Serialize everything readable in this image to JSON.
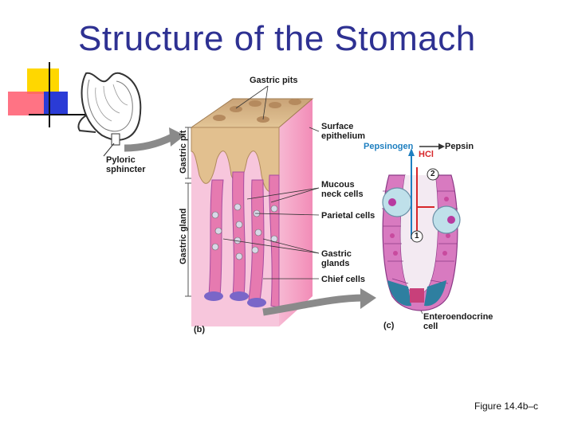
{
  "slide": {
    "title": "Structure of the Stomach",
    "figure_caption": "Figure 14.4b–c"
  },
  "diagram": {
    "labels": {
      "gastric_pits": "Gastric pits",
      "surface_epithelium_1": "Surface",
      "surface_epithelium_2": "epithelium",
      "pyloric_1": "Pyloric",
      "pyloric_2": "sphincter",
      "gastric_pit": "Gastric pit",
      "gastric_gland": "Gastric gland",
      "pepsinogen": "Pepsinogen",
      "pepsin": "Pepsin",
      "hcl": "HCl",
      "step_2": "2",
      "step_1": "1",
      "mucous_1": "Mucous",
      "mucous_2": "neck cells",
      "parietal": "Parietal cells",
      "gastric_glands_1": "Gastric",
      "gastric_glands_2": "glands",
      "chief": "Chief cells",
      "entero_1": "Enteroendocrine",
      "entero_2": "cell",
      "panel_b": "(b)",
      "panel_c": "(c)"
    },
    "colors": {
      "title": "#2e3192",
      "tissue_pink": "#f29cc0",
      "epithelium_tan": "#d9b98c",
      "gland_pink": "#e67ab0",
      "gland_purple": "#a64ca0",
      "pepsinogen_blue": "#1e7fc0",
      "hcl_red": "#d7262a",
      "arrow_gray": "#8a8a8a"
    }
  }
}
